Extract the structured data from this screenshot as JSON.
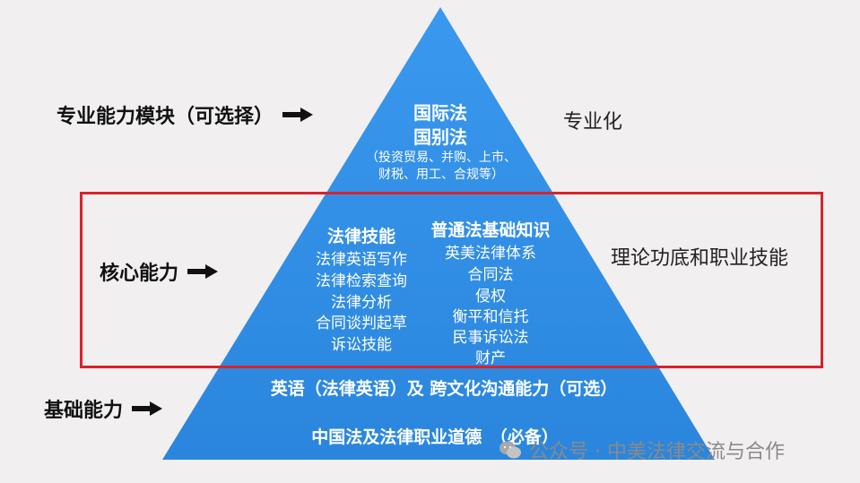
{
  "left_labels": {
    "top": "专业能力模块（可选择）",
    "middle": "核心能力",
    "bottom": "基础能力"
  },
  "right_labels": {
    "top": "专业化",
    "middle": "理论功底和职业技能"
  },
  "top_tier": {
    "line1": "国际法",
    "line2": "国别法",
    "detail_line1": "（投资贸易、并购、上市、",
    "detail_line2": "财税、用工、合规等）"
  },
  "core_tier": {
    "skills_title": "法律技能",
    "skills": [
      "法律英语写作",
      "法律检索查询",
      "法律分析",
      "合同谈判起草",
      "诉讼技能"
    ],
    "knowledge_title": "普通法基础知识",
    "knowledge": [
      "英美法律体系",
      "合同法",
      "侵权",
      "衡平和信托",
      "民事诉讼法",
      "财产"
    ]
  },
  "base_tier": {
    "line1": "英语（法律英语）及 跨文化沟通能力（可选）",
    "line2": "中国法及法律职业道德　（必备）"
  },
  "watermark": {
    "prefix": "公众号 · ",
    "name": "中美法律交流与合作"
  },
  "colors": {
    "pyramid_fill": "#2f8ee6",
    "highlight_border": "#d9222b",
    "background": "#f1efef"
  }
}
